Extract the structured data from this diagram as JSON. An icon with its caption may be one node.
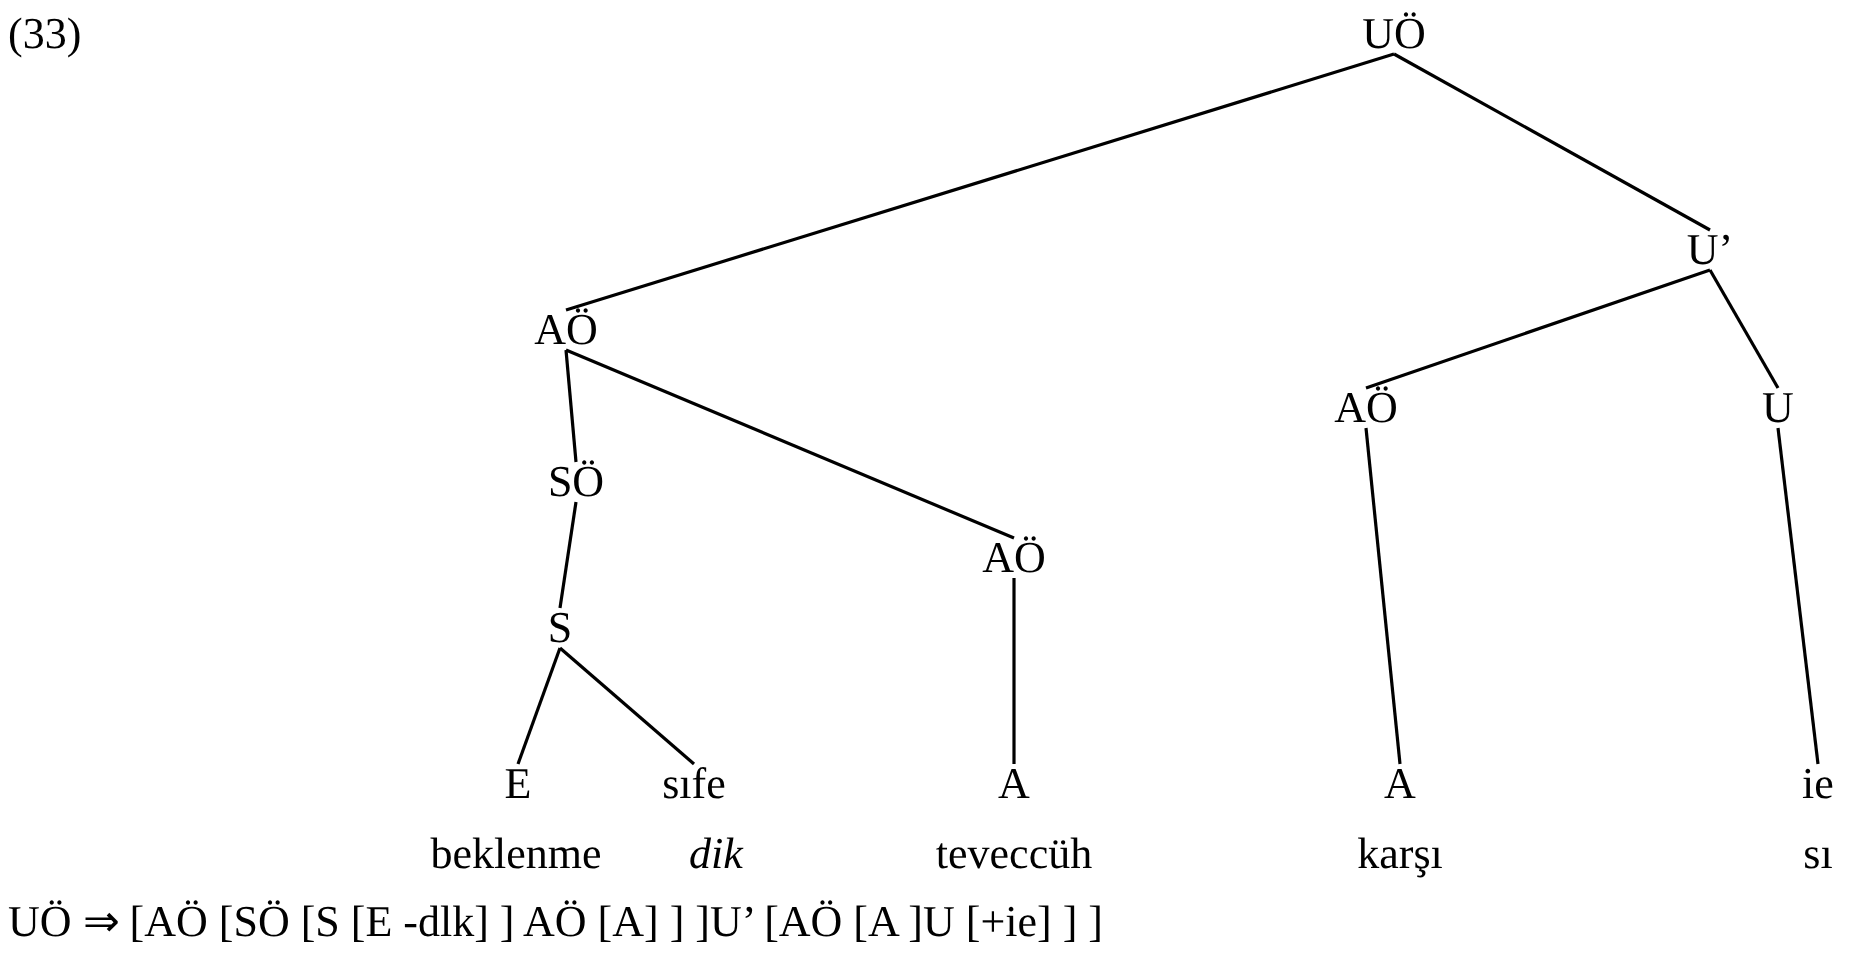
{
  "diagram": {
    "nodes": [
      {
        "text": [
          "UÖ"
        ]
      },
      {
        "text": [
          "U’"
        ]
      },
      {
        "text": [
          "AÖ"
        ]
      },
      {
        "text": [
          "AÖ"
        ]
      },
      {
        "text": [
          "U"
        ]
      },
      {
        "text": [
          "SÖ"
        ]
      },
      {
        "text": [
          "AÖ"
        ]
      },
      {
        "text": [
          "S"
        ]
      },
      {
        "text": [
          "E"
        ]
      },
      {
        "text": [
          "sıfe"
        ]
      },
      {
        "text": [
          "A"
        ]
      },
      {
        "text": [
          "A"
        ]
      },
      {
        "text": [
          "ie"
        ]
      }
    ],
    "edges": [
      {
        "from": 0,
        "to": 2,
        "arrow": "none"
      },
      {
        "from": 0,
        "to": 1,
        "arrow": "none"
      },
      {
        "from": 1,
        "to": 3,
        "arrow": "none"
      },
      {
        "from": 1,
        "to": 4,
        "arrow": "none"
      },
      {
        "from": 2,
        "to": 5,
        "arrow": "none"
      },
      {
        "from": 2,
        "to": 6,
        "arrow": "none"
      },
      {
        "from": 5,
        "to": 7,
        "arrow": "none"
      },
      {
        "from": 7,
        "to": 8,
        "arrow": "none"
      },
      {
        "from": 7,
        "to": 9,
        "arrow": "none"
      },
      {
        "from": 6,
        "to": 10,
        "arrow": "none"
      },
      {
        "from": 3,
        "to": 11,
        "arrow": "none"
      },
      {
        "from": 4,
        "to": 12,
        "arrow": "none"
      }
    ],
    "labels": [
      "(33)",
      "beklenme",
      "dik",
      "teveccüh",
      "karşı",
      "sı",
      "UÖ ⇒ [AÖ [SÖ [S [E -dlk] ] AÖ [A] ] ]U’ [AÖ [A ]U [+ie] ] ]"
    ]
  }
}
